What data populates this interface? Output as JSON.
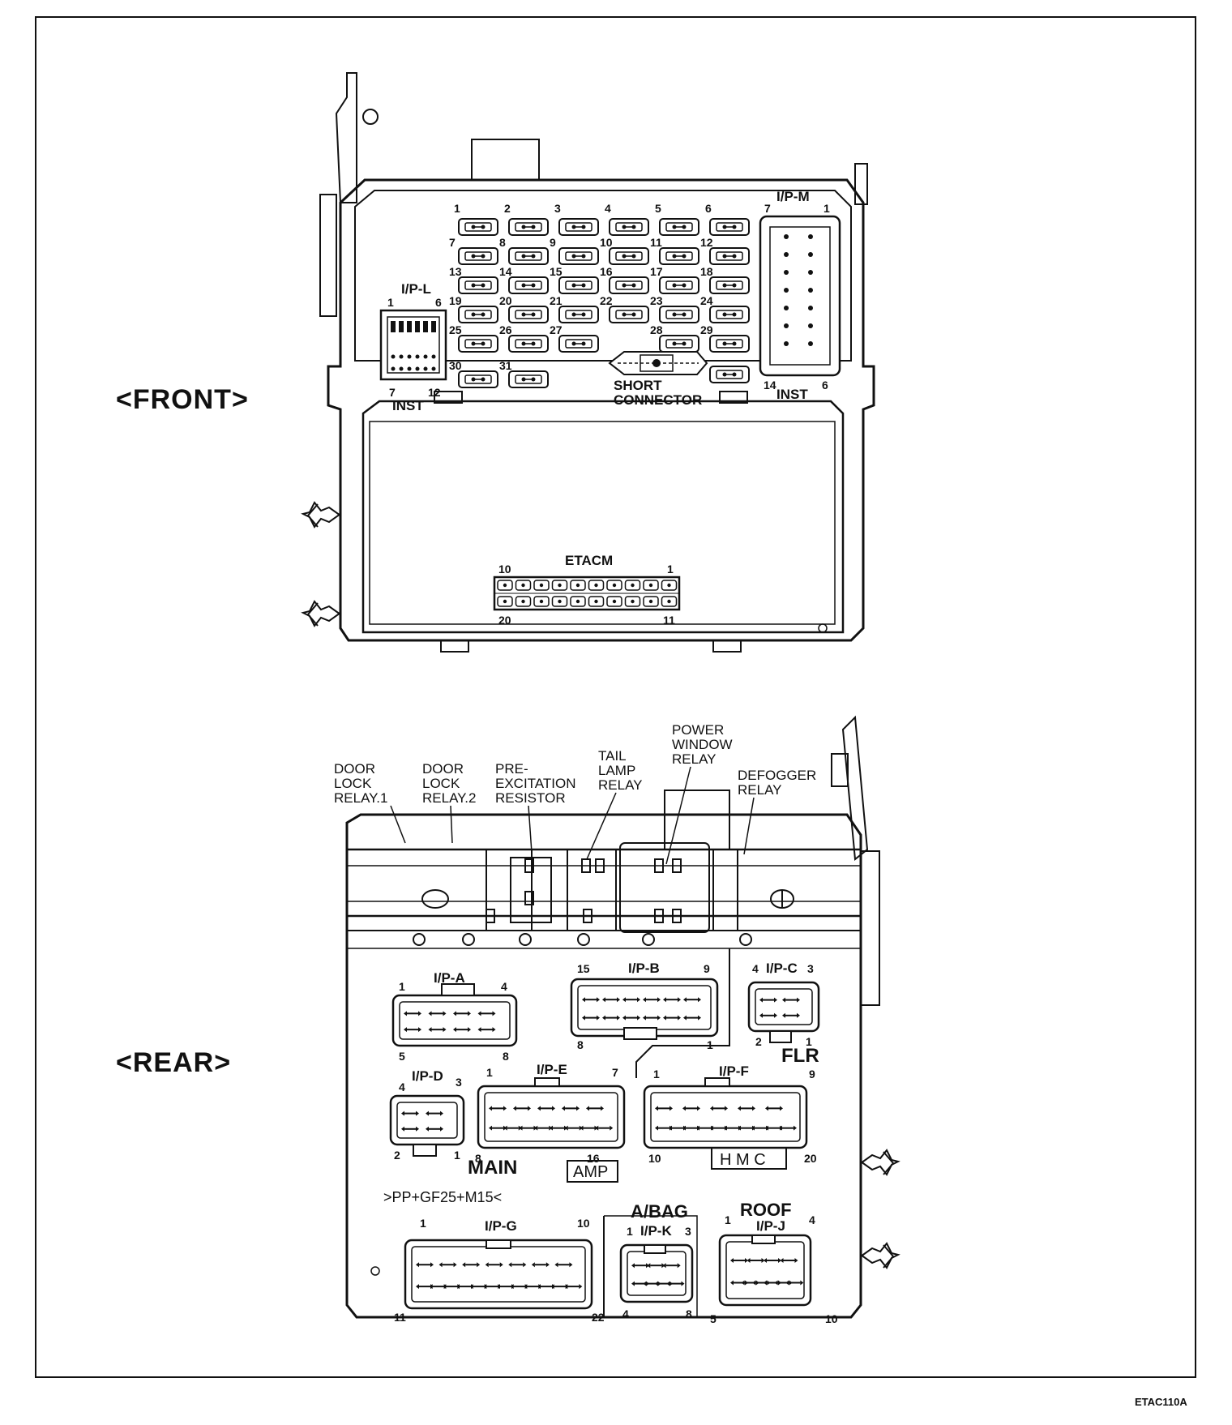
{
  "figure_code": "ETAC110A",
  "views": {
    "front": {
      "title": "<FRONT>",
      "ip_l": {
        "label": "I/P-L",
        "pin_tl": "1",
        "pin_tr": "6",
        "pin_bl": "7",
        "pin_br": "12",
        "type": "INST"
      },
      "ip_m": {
        "label": "I/P-M",
        "pin_tl": "7",
        "pin_tr": "1",
        "pin_bl": "14",
        "pin_br": "6",
        "type": "INST"
      },
      "fuse_numbers": [
        "1",
        "2",
        "3",
        "4",
        "5",
        "6",
        "7",
        "8",
        "9",
        "10",
        "11",
        "12",
        "13",
        "14",
        "15",
        "16",
        "17",
        "18",
        "19",
        "20",
        "21",
        "22",
        "23",
        "24",
        "25",
        "26",
        "27",
        "28",
        "29",
        "30",
        "31"
      ],
      "short_connector": [
        "SHORT",
        "CONNECTOR"
      ],
      "etacm": {
        "label": "ETACM",
        "pin_tl": "10",
        "pin_tr": "1",
        "pin_bl": "20",
        "pin_br": "11"
      }
    },
    "rear": {
      "title": "<REAR>",
      "relays": {
        "door_lock_1": [
          "DOOR",
          "LOCK",
          "RELAY.1"
        ],
        "door_lock_2": [
          "DOOR",
          "LOCK",
          "RELAY.2"
        ],
        "pre_excitation": [
          "PRE-",
          "EXCITATION",
          "RESISTOR"
        ],
        "tail_lamp": [
          "TAIL",
          "LAMP",
          "RELAY"
        ],
        "power_window": [
          "POWER",
          "WINDOW",
          "RELAY"
        ],
        "defogger": [
          "DEFOGGER",
          "RELAY"
        ]
      },
      "connectors": {
        "ip_a": {
          "label": "I/P-A",
          "p1": "1",
          "p2": "4",
          "p3": "5",
          "p4": "8"
        },
        "ip_b": {
          "label": "I/P-B",
          "p1": "15",
          "p2": "9",
          "p3": "8",
          "p4": "1"
        },
        "ip_c": {
          "label": "I/P-C",
          "p1": "4",
          "p2": "3",
          "p3": "2",
          "p4": "1"
        },
        "ip_d": {
          "label": "I/P-D",
          "p1": "4",
          "p2": "3",
          "p3": "2",
          "p4": "1"
        },
        "ip_e": {
          "label": "I/P-E",
          "p1": "1",
          "p2": "7",
          "p3": "8",
          "p4": "16"
        },
        "ip_f": {
          "label": "I/P-F",
          "p1": "1",
          "p2": "9",
          "p3": "10",
          "p4": "20"
        },
        "ip_g": {
          "label": "I/P-G",
          "p1": "1",
          "p2": "10",
          "p3": "11",
          "p4": "22"
        },
        "ip_k": {
          "label": "I/P-K",
          "p1": "1",
          "p2": "3",
          "p3": "4",
          "p4": "8"
        },
        "ip_j": {
          "label": "I/P-J",
          "p1": "1",
          "p2": "4",
          "p3": "5",
          "p4": "10"
        }
      },
      "area_flr": "FLR",
      "area_main": "MAIN",
      "area_abag": "A/BAG",
      "area_roof": "ROOF",
      "amp_mark": "AMP",
      "hmc_mark": "H M C",
      "material_code": ">PP+GF25+M15<"
    }
  }
}
